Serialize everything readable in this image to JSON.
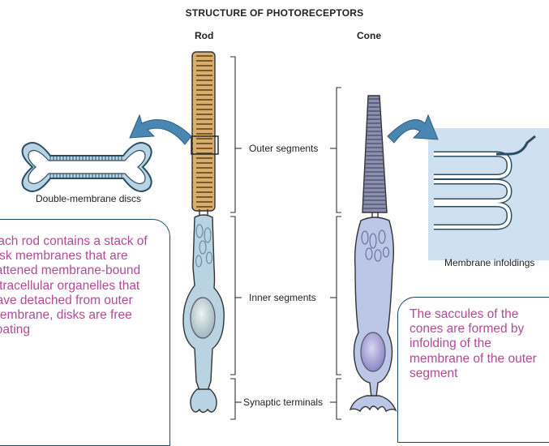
{
  "diagram": {
    "title": "STRUCTURE OF PHOTORECEPTORS",
    "rod_label": "Rod",
    "cone_label": "Cone",
    "segments": {
      "outer": "Outer segments",
      "inner": "Inner segments",
      "synaptic": "Synaptic terminals"
    },
    "left_detail_caption": "Double-membrane discs",
    "right_detail_caption": "Membrane infoldings"
  },
  "notes": {
    "rod_note": "Each rod contains a stack of disk membranes that are flattened membrane-bound intracellular organelles that have detached from outer membrane, disks are free floating",
    "cone_note": "The saccules of the cones are formed by infolding of the membrane of the outer segment"
  },
  "colors": {
    "outer_fill": "#d8ae6e",
    "inner_fill": "#b9d3e3",
    "cone_fill": "#8b8fae",
    "note_text": "#b24a98",
    "note_border": "#1b4d6b",
    "arrow": "#4a86b2"
  }
}
